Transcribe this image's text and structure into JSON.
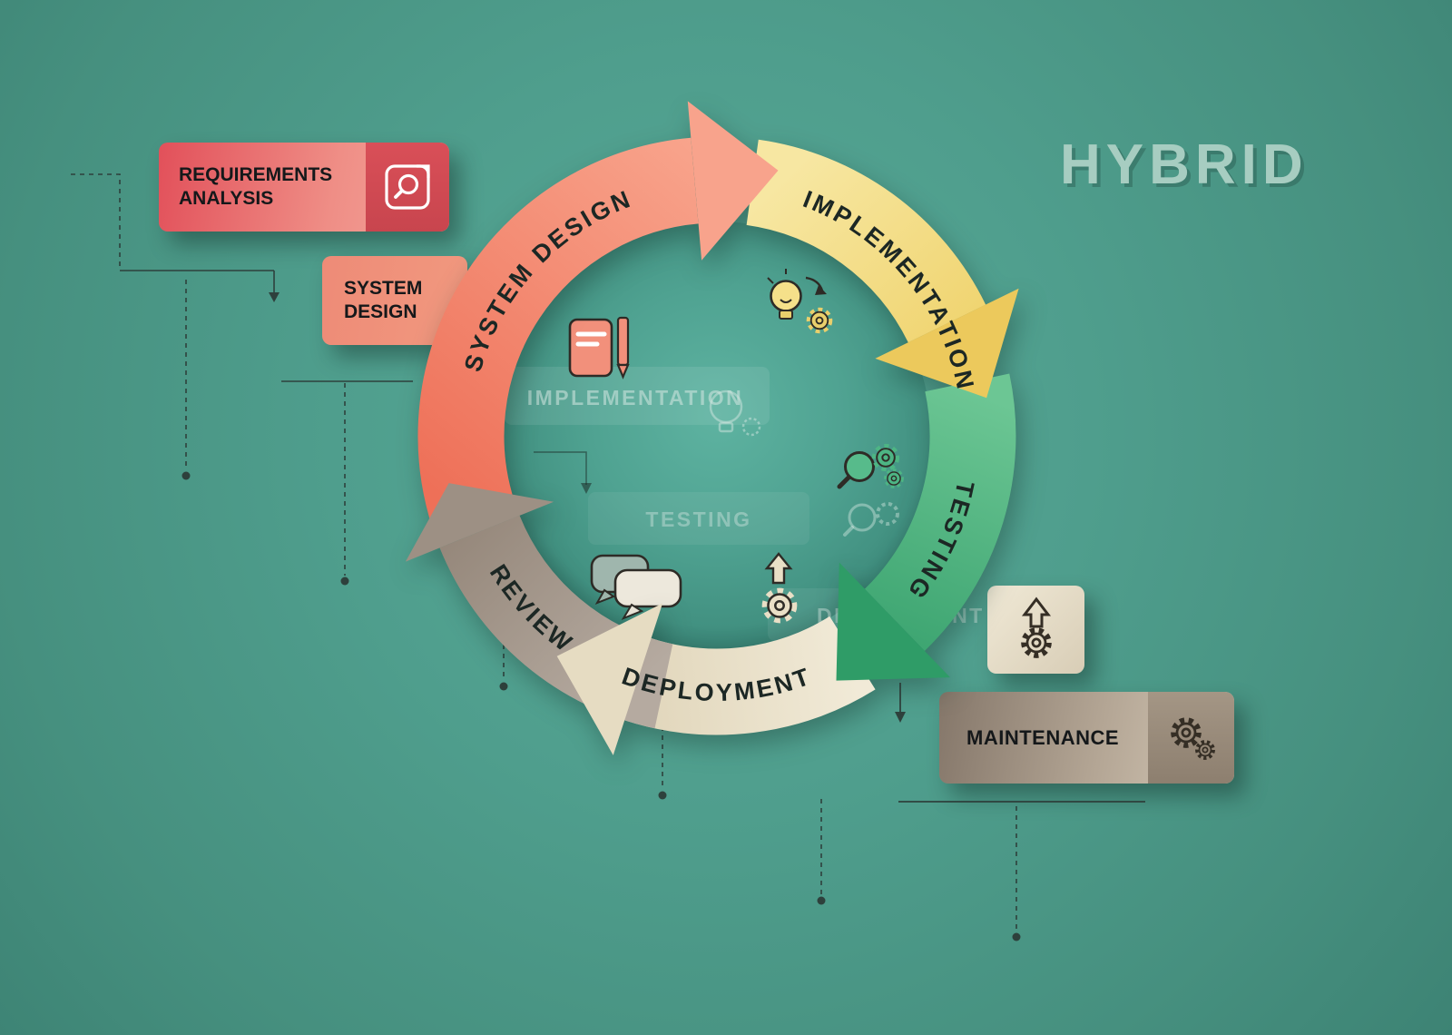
{
  "title": "HYBRID",
  "cycle": {
    "segments": [
      {
        "id": "system-design",
        "label": "SYSTEM DESIGN",
        "color": "#F0836E"
      },
      {
        "id": "implementation",
        "label": "IMPLEMENTATION",
        "color": "#F3DA7C"
      },
      {
        "id": "testing",
        "label": "TESTING",
        "color": "#4FB682"
      },
      {
        "id": "deployment",
        "label": "DEPLOYMENT",
        "color": "#EAE0C6"
      },
      {
        "id": "review",
        "label": "REVIEW",
        "color": "#A2968C"
      }
    ]
  },
  "boxes": {
    "requirements": {
      "label": "REQUIREMENTS ANALYSIS",
      "icon": "magnifier-document-icon",
      "color_left": "#E2505A",
      "color_right": "#F3A59B"
    },
    "system_design": {
      "label": "SYSTEM DESIGN",
      "color": "#EE8B77"
    },
    "maintenance": {
      "label": "MAINTENANCE",
      "icon": "gears-icon",
      "color_left": "#85776A",
      "color_right": "#D6CAB8"
    },
    "deployment_icon_box": {
      "icon": "gear-up-arrow-icon",
      "color": "#E9E0CB"
    }
  },
  "ghost_labels": {
    "implementation": "IMPLEMENTATION",
    "testing": "TESTING",
    "deployment": "DEPLOYMENT"
  },
  "colors": {
    "background": "#4E9D8C",
    "title": "#A7CDC1",
    "connector": "#2B3734"
  }
}
